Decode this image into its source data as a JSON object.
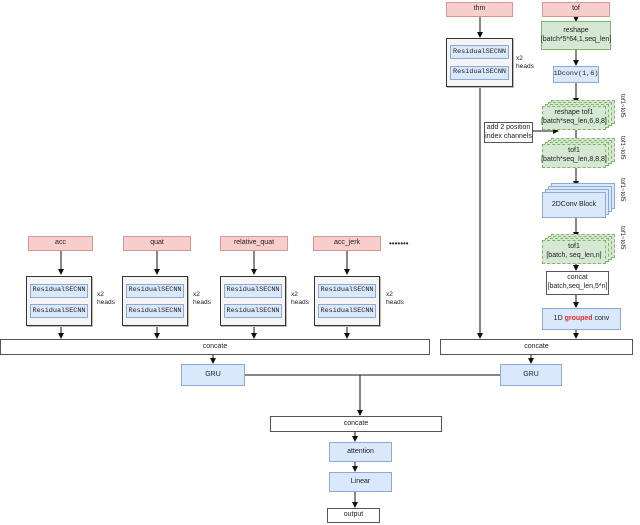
{
  "inputs": {
    "acc": "acc",
    "quat": "quat",
    "relative_quat": "relative_quat",
    "acc_jerk": "acc_jerk",
    "thm": "thm",
    "tof": "tof"
  },
  "module_label": "ResidualSECNN",
  "heads_x": "x2",
  "heads_word": "heads",
  "ellipsis": "•••••••",
  "concate_label": "concate",
  "gru_label": "GRU",
  "attention_label": "attention",
  "linear_label": "Linear",
  "output_label": "output",
  "tof_branch": {
    "reshape1_line1": "reshape",
    "reshape1_line2": "[batch*5*64,1,seq_len]",
    "conv1d": "1Dconv(1,6)",
    "reshape2_line1": "reshape tof1",
    "reshape2_line2": "[batch*seq_len,6,8,8]",
    "add_channels_line1": "add 2 position",
    "add_channels_line2": "index channels",
    "tof1a_line1": "tof1",
    "tof1a_line2": "[batch*seq_len,8,8,8]",
    "conv2d": "2DConv Block",
    "tof1b_line1": "tof1",
    "tof1b_line2": "[batch, seq_len,n]",
    "concat_line1": "concat",
    "concat_line2": "[batch,seq_len,5*n]",
    "grouped_pre": "1D ",
    "grouped_mid": "grouped",
    "grouped_post": " conv",
    "stack_label": "tof1~tof5"
  }
}
